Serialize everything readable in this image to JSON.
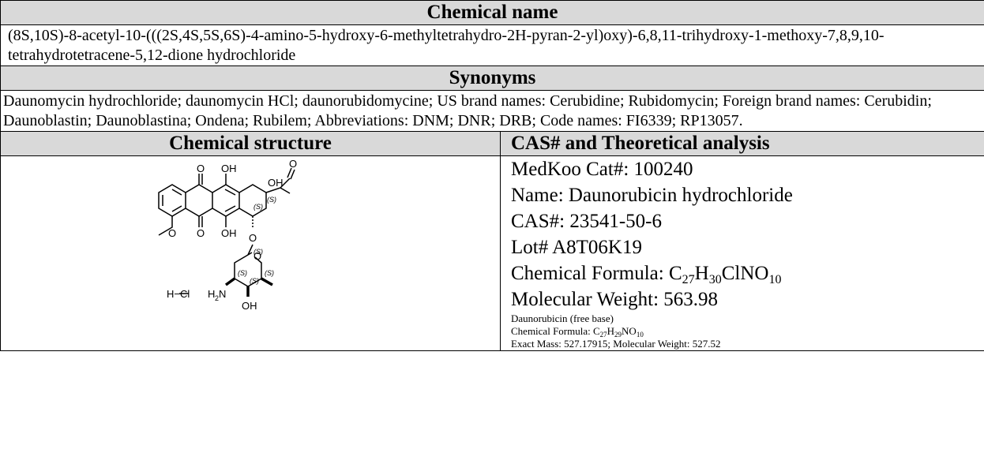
{
  "chemical_name": {
    "header": "Chemical name",
    "text": "(8S,10S)-8-acetyl-10-(((2S,4S,5S,6S)-4-amino-5-hydroxy-6-methyltetrahydro-2H-pyran-2-yl)oxy)-6,8,11-trihydroxy-1-methoxy-7,8,9,10-tetrahydrotetracene-5,12-dione hydrochloride"
  },
  "synonyms": {
    "header": "Synonyms",
    "text": "Daunomycin hydrochloride; daunomycin HCl;  daunorubidomycine;  US brand names: Cerubidine; Rubidomycin; Foreign brand names: Cerubidin; Daunoblastin; Daunoblastina; Ondena; Rubilem; Abbreviations: DNM; DNR; DRB; Code names: FI6339; RP13057."
  },
  "structure": {
    "header": "Chemical structure",
    "labels": {
      "o": "O",
      "oh": "OH",
      "stereo": "(S)",
      "hcl": "H−Cl",
      "h": "H",
      "n": "N",
      "two": "2"
    }
  },
  "analysis": {
    "header": "CAS# and Theoretical analysis",
    "cat": "MedKoo Cat#: 100240",
    "name": "Name: Daunorubicin hydrochloride",
    "cas": "CAS#: 23541-50-6",
    "lot": "Lot# A8T06K19",
    "formula": {
      "prefix": "Chemical Formula: C",
      "n1": "27",
      "h": "H",
      "n2": "30",
      "rest": "ClNO",
      "n3": "10"
    },
    "mw": "Molecular Weight: 563.98",
    "free_base": "Daunorubicin (free base)",
    "formula2": {
      "prefix": "Chemical Formula: C",
      "n1": "27",
      "h": "H",
      "n2": "29",
      "rest": "NO",
      "n3": "10"
    },
    "exact": "Exact Mass: 527.17915; Molecular Weight: 527.52"
  }
}
